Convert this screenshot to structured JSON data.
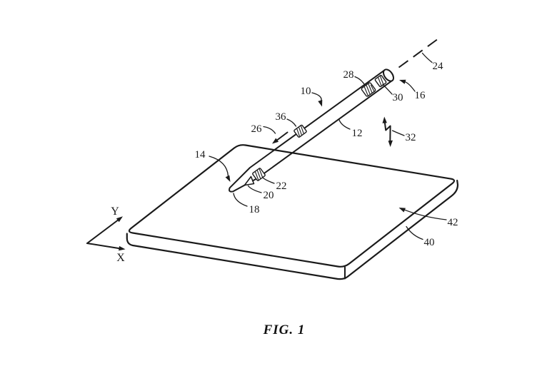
{
  "figure": {
    "caption": "FIG. 1",
    "axes": {
      "x": "X",
      "y": "Y"
    },
    "reference_numerals": {
      "r10": "10",
      "r12": "12",
      "r14": "14",
      "r16": "16",
      "r18": "18",
      "r20": "20",
      "r22": "22",
      "r24": "24",
      "r26": "26",
      "r28": "28",
      "r30": "30",
      "r32": "32",
      "r36": "36",
      "r40": "40",
      "r42": "42"
    },
    "colors": {
      "line": "#1a1a1a",
      "background": "#ffffff"
    }
  }
}
